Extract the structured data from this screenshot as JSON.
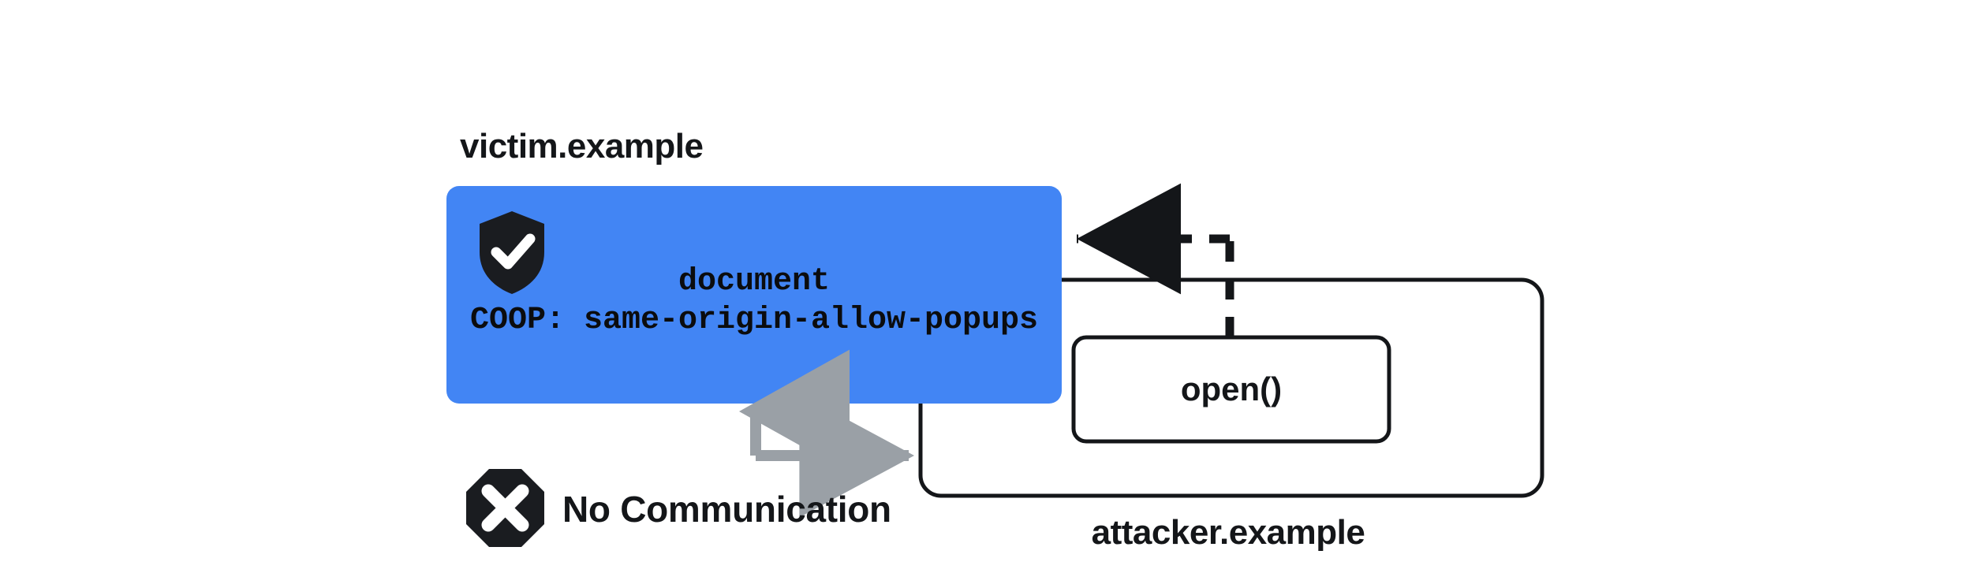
{
  "diagram": {
    "title": "COOP same-origin-allow-popups isolation diagram",
    "colors": {
      "victim_fill": "#4285F4",
      "stroke": "#141619",
      "arrow_gray": "#9AA0A6",
      "surface": "#FFFFFF",
      "icon_fill": "#1A1C20",
      "icon_glyph": "#FFFFFF"
    },
    "victim": {
      "origin_label": "victim.example",
      "document_label": "document",
      "header_label": "COOP: same-origin-allow-popups",
      "shield_icon": "shield-check-icon"
    },
    "attacker": {
      "origin_label": "attacker.example",
      "call_label": "open()"
    },
    "relations": {
      "no_communication_label": "No Communication",
      "no_communication_icon": "octagon-x-icon",
      "open_arrow_style": "dashed",
      "no_comm_arrow_style": "solid-gray-bidirectional"
    }
  }
}
